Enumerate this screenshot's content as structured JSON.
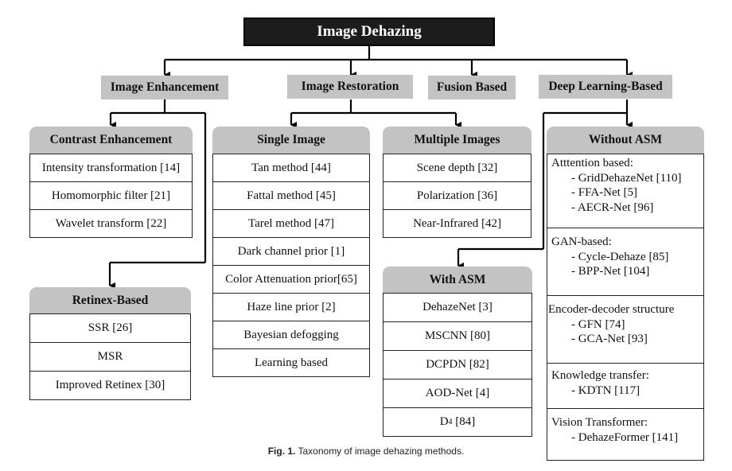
{
  "root": {
    "label": "Image Dehazing"
  },
  "categories": {
    "enhancement": {
      "label": "Image Enhancement"
    },
    "restoration": {
      "label": "Image Restoration"
    },
    "fusion": {
      "label": "Fusion Based"
    },
    "deep": {
      "label": "Deep Learning-Based"
    }
  },
  "contrast": {
    "title": "Contrast Enhancement",
    "items": [
      "Intensity transformation [14]",
      "Homomorphic filter  [21]",
      "Wavelet transform [22]"
    ]
  },
  "retinex": {
    "title": "Retinex-Based",
    "items": [
      "SSR [26]",
      "MSR",
      "Improved Retinex [30]"
    ]
  },
  "single": {
    "title": "Single Image",
    "items": [
      "Tan method [44]",
      "Fattal method [45]",
      "Tarel method [47]",
      "Dark channel prior [1]",
      "Color Attenuation prior[65]",
      "Haze line prior [2]",
      "Bayesian defogging",
      "Learning based"
    ]
  },
  "multiple": {
    "title": "Multiple Images",
    "items": [
      "Scene depth [32]",
      "Polarization [36]",
      "Near-Infrared [42]"
    ]
  },
  "with_asm": {
    "title": "With ASM",
    "items": [
      "DehazeNet [3]",
      "MSCNN [80]",
      "DCPDN [82]",
      "AOD-Net [4]"
    ],
    "d4_base": "D",
    "d4_sup": "4",
    "d4_rest": " [84]"
  },
  "without_asm": {
    "title": "Without ASM",
    "groups": [
      {
        "label": "Atttention based:",
        "items": [
          "- GridDehazeNet [110]",
          "- FFA-Net [5]",
          "- AECR-Net [96]"
        ]
      },
      {
        "label": "GAN-based:",
        "items": [
          "- Cycle-Dehaze [85]",
          "- BPP-Net [104]"
        ]
      },
      {
        "label": "Encoder-decoder structure",
        "items": [
          "- GFN [74]",
          "- GCA-Net [93]"
        ]
      },
      {
        "label": "Knowledge transfer:",
        "items": [
          "- KDTN [117]"
        ]
      },
      {
        "label": "Vision Transformer:",
        "items": [
          "- DehazeFormer [141]"
        ]
      }
    ]
  },
  "caption": {
    "fig": "Fig. 1.",
    "text": " Taxonomy of image dehazing methods."
  }
}
